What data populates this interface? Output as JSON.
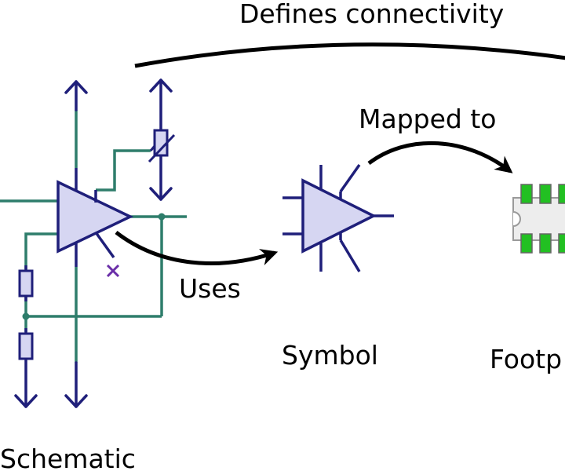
{
  "labels": {
    "defines": "Defines connectivity",
    "mapped": "Mapped to",
    "uses": "Uses",
    "symbol": "Symbol",
    "footprint": "Footp",
    "schematic": "Schematic"
  },
  "colors": {
    "wire": "#2e7d6b",
    "pin": "#1f1f7a",
    "fill": "#d6d6f2",
    "arrow": "#000000",
    "pad": "#22c022",
    "no_connect": "#6a2ea8",
    "body": "#ededed",
    "outline": "#9a9a9a"
  }
}
